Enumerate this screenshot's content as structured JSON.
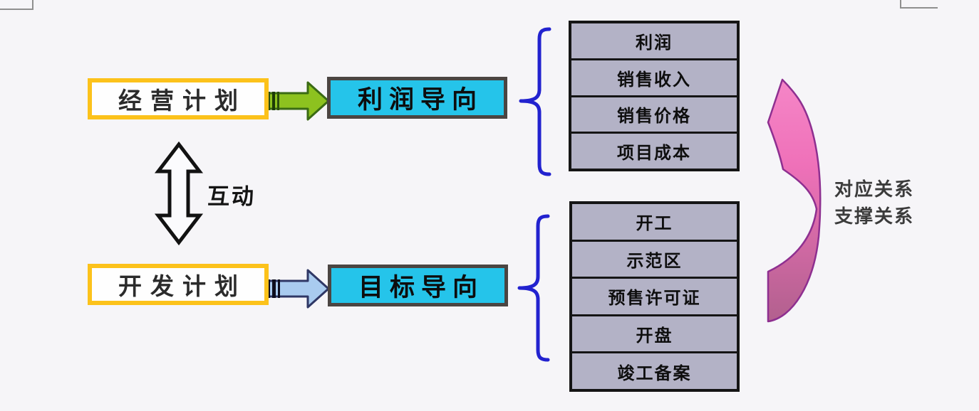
{
  "left_column": {
    "business_plan": "经营计划",
    "development_plan": "开发计划",
    "interaction_label": "互动"
  },
  "center_column": {
    "profit_orientation": "利润导向",
    "goal_orientation": "目标导向"
  },
  "profit_factors": {
    "rows": [
      "利润",
      "销售收入",
      "销售价格",
      "项目成本"
    ]
  },
  "goal_milestones": {
    "rows": [
      "开工",
      "示范区",
      "预售许可证",
      "开盘",
      "竣工备案"
    ]
  },
  "relation_note": {
    "line1": "对应关系",
    "line2": "支撑关系"
  },
  "colors": {
    "background": "#f6f5f8",
    "plan_box_border": "#fcc21b",
    "orientation_box_fill": "#25c4ea",
    "orientation_box_border": "#4b4542",
    "green_arrow_fill": "#8dc21f",
    "green_arrow_outline": "#3a6a14",
    "blue_arrow_fill": "#a9cbef",
    "blue_arrow_outline": "#2f3765",
    "brace": "#2222cf",
    "list_fill": "#b3b2c6",
    "list_border": "#151515",
    "pink_arrow_top": "#f586c7",
    "pink_arrow_bottom": "#b2608e",
    "pink_arrow_outline": "#8e2f90"
  }
}
